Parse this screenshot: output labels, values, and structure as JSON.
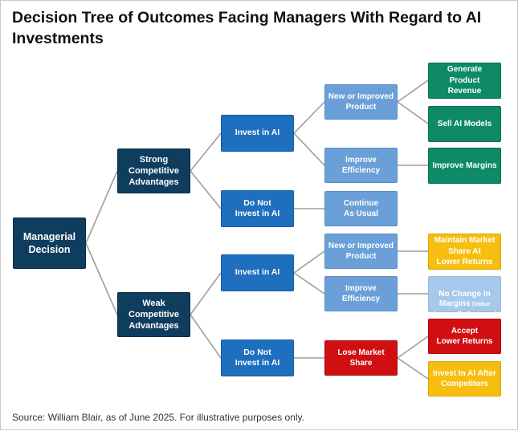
{
  "title": "Decision Tree of Outcomes Facing Managers With Regard to AI Investments",
  "source": "Source: William Blair, as of June 2025. For illustrative purposes only.",
  "colors": {
    "navy": "#0f3d5e",
    "blue": "#1f6fbf",
    "light_blue": "#6aa0d7",
    "green": "#0e8a67",
    "gold": "#f7be0f",
    "pale_blue": "#a6c8ea",
    "red": "#cf0f12",
    "connector": "#9e9e9e"
  },
  "nodes": {
    "root": "Managerial\nDecision",
    "strong": "Strong\nCompetitive\nAdvantages",
    "weak": "Weak\nCompetitive\nAdvantages",
    "strong_invest": "Invest in AI",
    "strong_not_invest": "Do Not\nInvest in AI",
    "weak_invest": "Invest in AI",
    "weak_not_invest": "Do Not\nInvest in AI",
    "s_new_product": "New or Improved\nProduct",
    "s_improve_eff": "Improve\nEfficiency",
    "s_continue": "Continue\nAs Usual",
    "w_new_product": "New or Improved\nProduct",
    "w_improve_eff": "Improve\nEfficiency",
    "w_lose_share": "Lose Market\nShare",
    "gen_revenue": "Generate\nProduct\nRevenue",
    "sell_models": "Sell AI Models",
    "improve_margins": "Improve Margins",
    "maintain_share": "Maintain Market\nShare At\nLower Returns",
    "no_change_main": "No Change In\nMargins ",
    "no_change_note": "(Value\nAccrues To Customer)",
    "accept_lower": "Accept\nLower Returns",
    "invest_after": "Invest In AI After\nCompetitors"
  }
}
